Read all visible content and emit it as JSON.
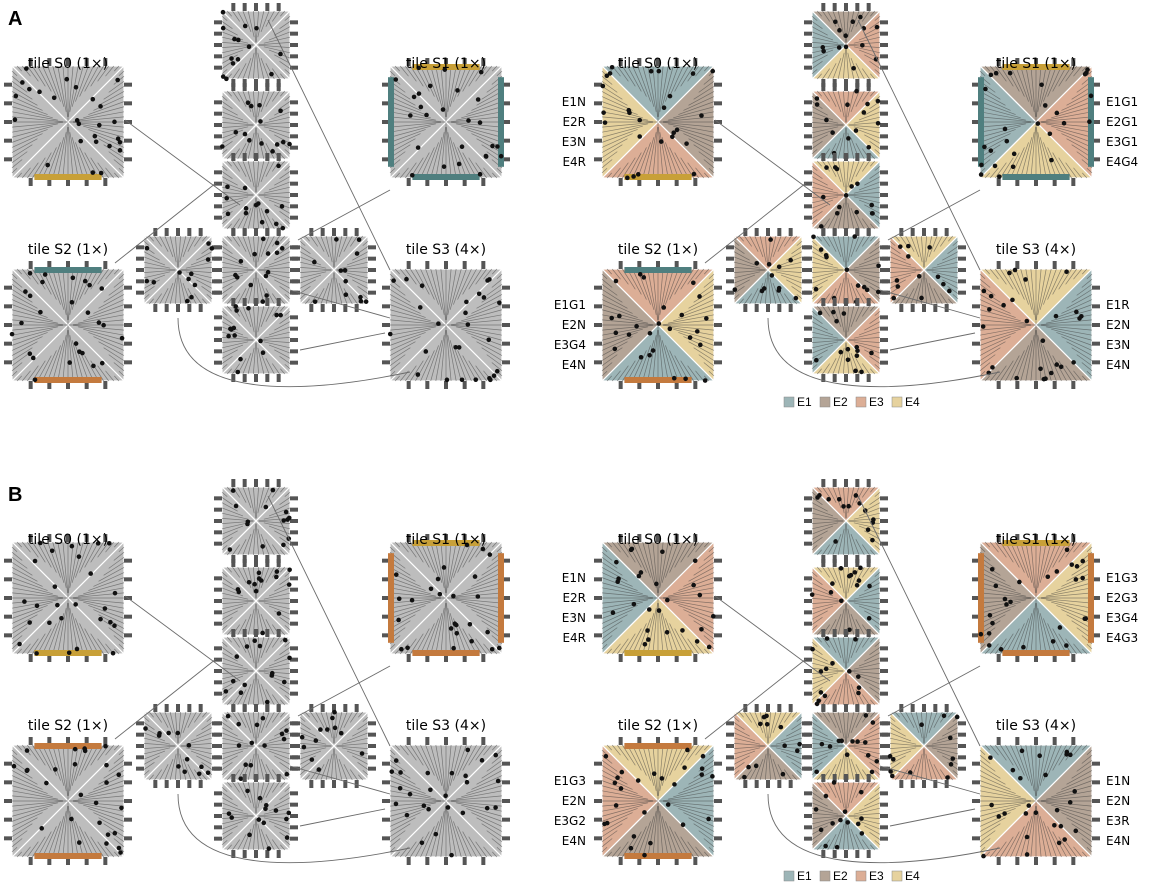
{
  "panels": [
    {
      "letter": "A",
      "left": {
        "tiles": [
          {
            "label": "tile S0 (1×)"
          },
          {
            "label": "tile S1 (1×)"
          },
          {
            "label": "tile S2 (1×)"
          },
          {
            "label": "tile S3 (4×)"
          }
        ]
      },
      "right": {
        "tiles": [
          {
            "label": "tile S0 (1×)",
            "edges": [
              "E1N",
              "E2R",
              "E3N",
              "E4R"
            ]
          },
          {
            "label": "tile S1 (1×)",
            "edges": [
              "E1G1",
              "E2G1",
              "E3G1",
              "E4G4"
            ]
          },
          {
            "label": "tile S2 (1×)",
            "edges": [
              "E1G1",
              "E2N",
              "E3G4",
              "E4N"
            ]
          },
          {
            "label": "tile S3 (4×)",
            "edges": [
              "E1R",
              "E2N",
              "E3N",
              "E4N"
            ]
          }
        ]
      }
    },
    {
      "letter": "B",
      "left": {
        "tiles": [
          {
            "label": "tile S0 (1×)"
          },
          {
            "label": "tile S1 (1×)"
          },
          {
            "label": "tile S2 (1×)"
          },
          {
            "label": "tile S3 (4×)"
          }
        ]
      },
      "right": {
        "tiles": [
          {
            "label": "tile S0 (1×)",
            "edges": [
              "E1N",
              "E2R",
              "E3N",
              "E4R"
            ]
          },
          {
            "label": "tile S1 (1×)",
            "edges": [
              "E1G3",
              "E2G3",
              "E3G4",
              "E4G3"
            ]
          },
          {
            "label": "tile S2 (1×)",
            "edges": [
              "E1G3",
              "E2N",
              "E3G2",
              "E4N"
            ]
          },
          {
            "label": "tile S3 (4×)",
            "edges": [
              "E1N",
              "E2N",
              "E3R",
              "E4N"
            ]
          }
        ]
      }
    }
  ],
  "legend": [
    {
      "label": "E1",
      "color": "#9db5b7"
    },
    {
      "label": "E2",
      "color": "#b4a496"
    },
    {
      "label": "E3",
      "color": "#dcae96"
    },
    {
      "label": "E4",
      "color": "#e6d29e"
    }
  ],
  "colors": {
    "gray": "#bdbdbd",
    "handle": "#555555",
    "seed_gold": "#c8a038",
    "seed_teal": "#4f7f7f",
    "seed_orange": "#c47a3e",
    "dot": "#111111"
  }
}
